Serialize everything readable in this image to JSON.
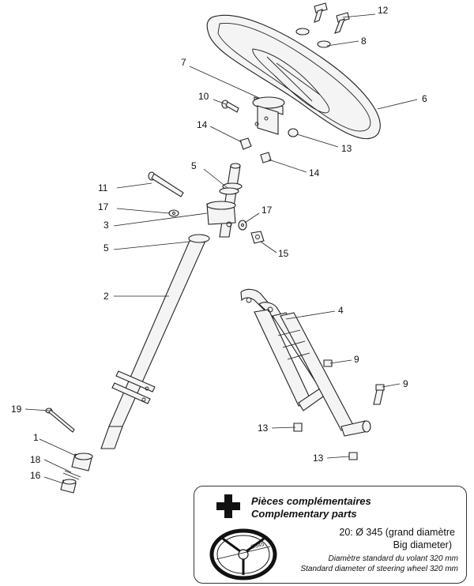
{
  "callouts": {
    "c12": "12",
    "c8": "8",
    "c7": "7",
    "c6": "6",
    "c10": "10",
    "c14a": "14",
    "c13a": "13",
    "c5a": "5",
    "c14b": "14",
    "c11": "11",
    "c17a": "17",
    "c17b": "17",
    "c3": "3",
    "c5b": "5",
    "c15": "15",
    "c2": "2",
    "c4": "4",
    "c9a": "9",
    "c9b": "9",
    "c19": "19",
    "c13b": "13",
    "c1": "1",
    "c13c": "13",
    "c18": "18",
    "c16": "16"
  },
  "complementary": {
    "title_fr": "Pièces complémentaires",
    "title_en": "Complementary parts",
    "line1": "20: Ø 345 (grand diamètre",
    "line2": "Big diameter)",
    "note_fr": "Diamètre standard du volant 320 mm",
    "note_en": "Standard diameter of steering wheel 320 mm",
    "dim_label": "Ø345",
    "icons": [
      "plus-icon",
      "steering-wheel-icon"
    ]
  }
}
